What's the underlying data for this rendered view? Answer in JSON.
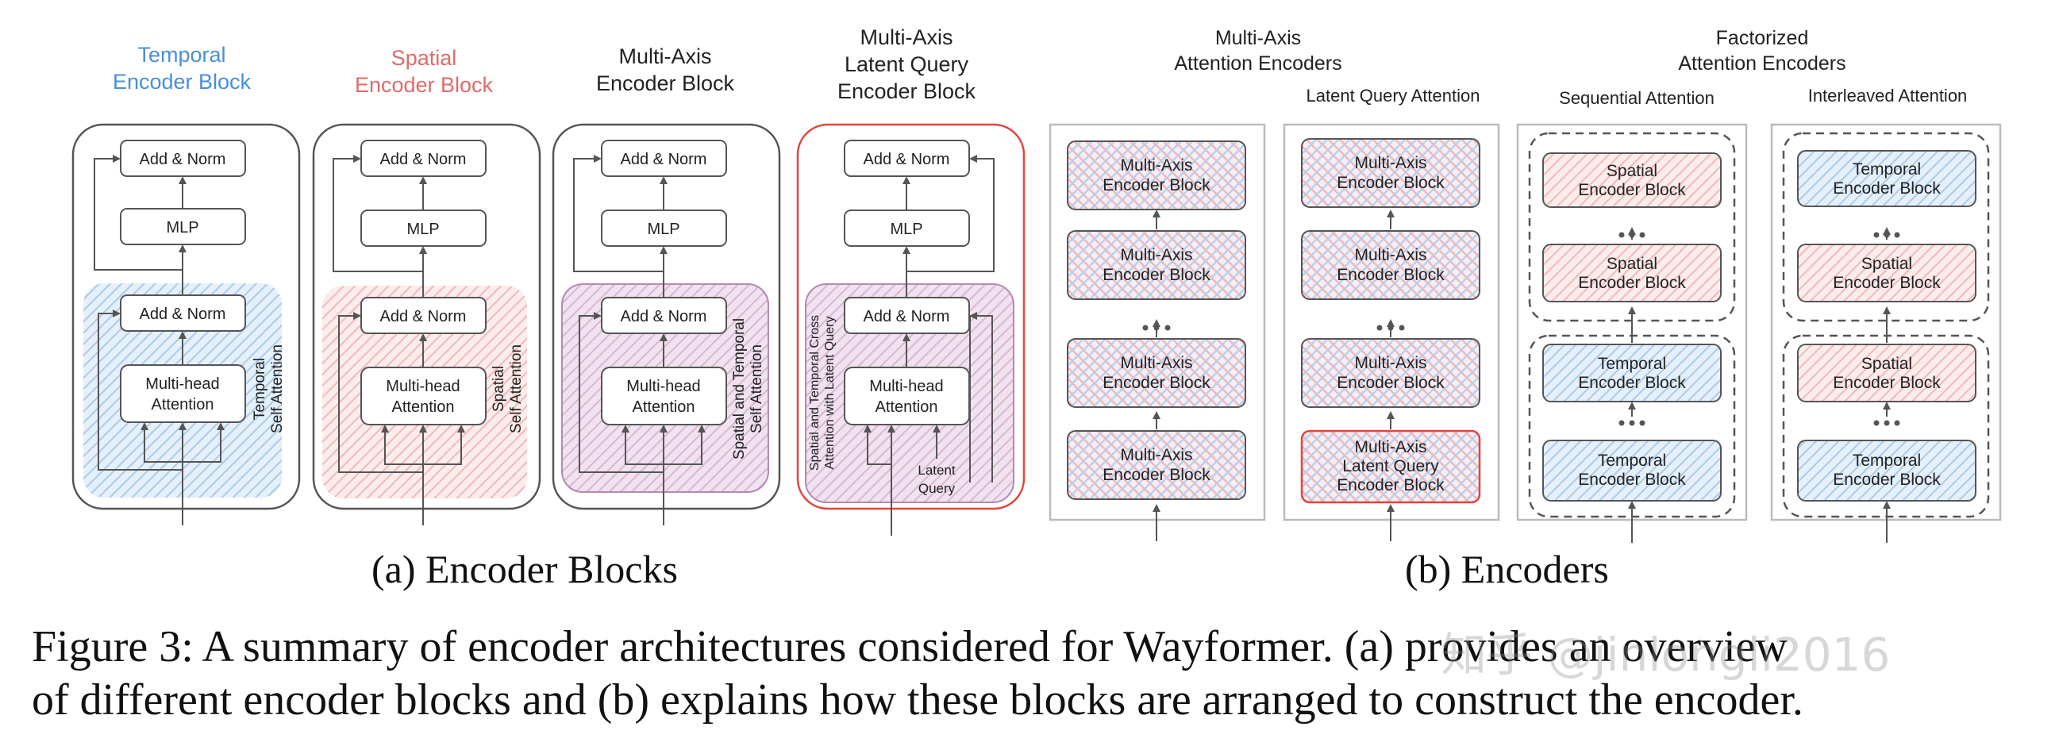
{
  "colors": {
    "temporal": "#4a8fd6",
    "spatial": "#e06b6b",
    "red_border": "#e2453c",
    "stroke": "#555555",
    "temporal_fill": "#d7e8f7",
    "spatial_fill": "#f9dede",
    "mixed_fill": "#ecdbea"
  },
  "encoder_blocks": {
    "temporal": {
      "title_l1": "Temporal",
      "title_l2": "Encoder Block",
      "side_l1": "Temporal",
      "side_l2": "Self Attention"
    },
    "spatial": {
      "title_l1": "Spatial",
      "title_l2": "Encoder Block",
      "side_l1": "Spatial",
      "side_l2": "Self Attention"
    },
    "multiaxis": {
      "title_l1": "Multi-Axis",
      "title_l2": "Encoder Block",
      "side_l1": "Spatial and Temporal",
      "side_l2": "Self Attention"
    },
    "latent": {
      "title_l1": "Multi-Axis",
      "title_l2": "Latent Query",
      "title_l3": "Encoder Block",
      "side_l1": "Spatial and Temporal Cross",
      "side_l2": "Attention with Latent Query",
      "latent_l1": "Latent",
      "latent_l2": "Query"
    },
    "add_norm": "Add & Norm",
    "mlp": "MLP",
    "mha_l1": "Multi-head",
    "mha_l2": "Attention"
  },
  "encoders": {
    "multiaxis_header_l1": "Multi-Axis",
    "multiaxis_header_l2": "Attention Encoders",
    "factorized_header_l1": "Factorized",
    "factorized_header_l2": "Attention Encoders",
    "col_latent": "Latent Query Attention",
    "col_sequential": "Sequential Attention",
    "col_interleaved": "Interleaved Attention",
    "multiaxis_block_l1": "Multi-Axis",
    "latent_block_l2": "Latent Query",
    "encoder_block": "Encoder Block",
    "spatial": "Spatial",
    "temporal": "Temporal"
  },
  "subcaption_a": "(a) Encoder Blocks",
  "subcaption_b": "(b) Encoders",
  "caption_line1": "Figure 3: A summary of encoder architectures considered for Wayformer. (a) provides an overview",
  "caption_line2": "of different encoder blocks and (b) explains how these blocks are arranged to construct the encoder.",
  "watermark": "知乎 @jinlongli2016"
}
